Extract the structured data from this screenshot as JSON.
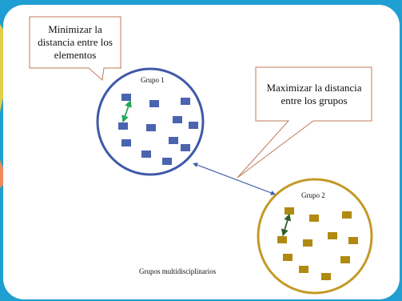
{
  "callouts": {
    "minimize": "Minimizar la distancia entre los elementos",
    "maximize": "Maximizar la distancia entre los grupos"
  },
  "groups": [
    {
      "label": "Grupo 1",
      "color": "#4a64b0",
      "ring": "#3f58a8"
    },
    {
      "label": "Grupo 2",
      "color": "#b08a10",
      "ring": "#c39a26"
    }
  ],
  "caption": "Grupos multidisciplinarios",
  "colors": {
    "background": "#1f9ed2",
    "callout_border": "#c07a5a",
    "intra_arrow_group1": "#27a85a",
    "intra_arrow_group2": "#2f5e2a",
    "inter_arrow": "#3f58a8"
  }
}
